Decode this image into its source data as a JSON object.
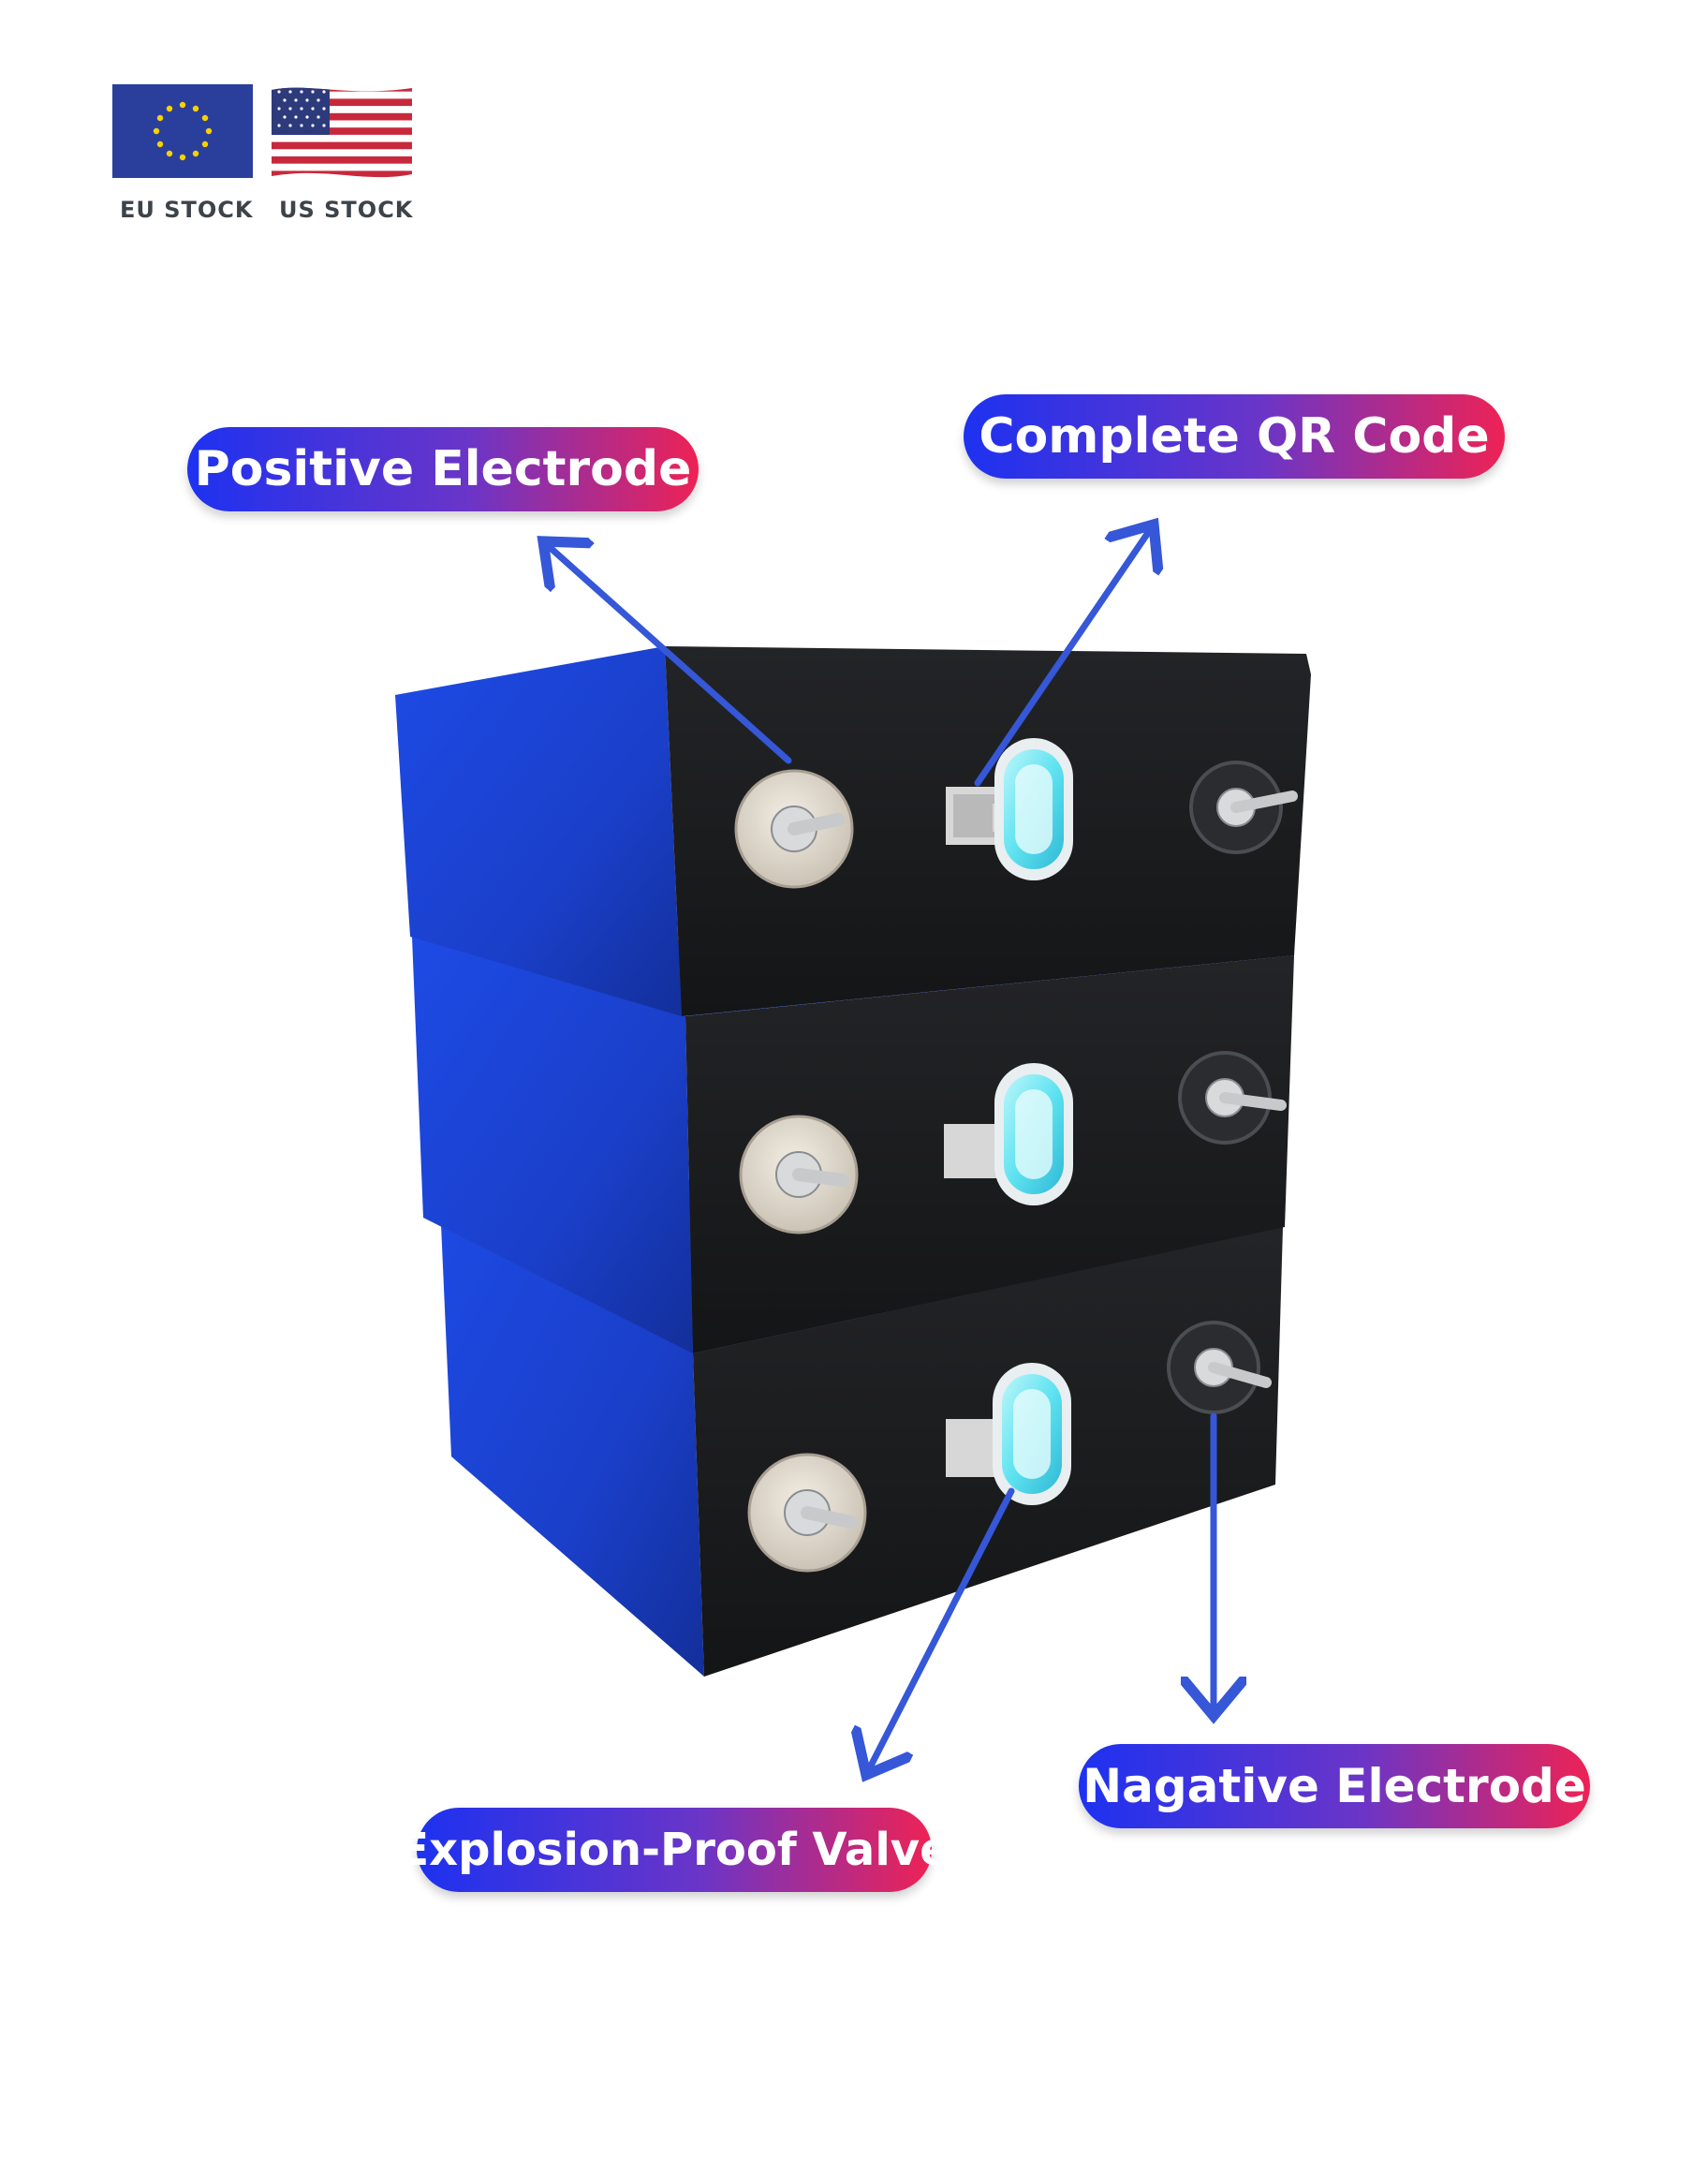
{
  "badges": {
    "eu_label": "EU STOCK",
    "us_label": "US STOCK"
  },
  "callouts": {
    "positive": "Positive Electrode",
    "qr": "Complete QR Code",
    "valve": "Explosion-Proof Valve",
    "negative": "Nagative Electrode"
  },
  "colors": {
    "cell_blue": "#1f45d6",
    "face_black": "#1b1c1e",
    "arrow_blue": "#3557d8",
    "pill_start": "#1d32f0",
    "pill_end": "#ee2255",
    "valve_cyan": "#5fe3f0"
  }
}
